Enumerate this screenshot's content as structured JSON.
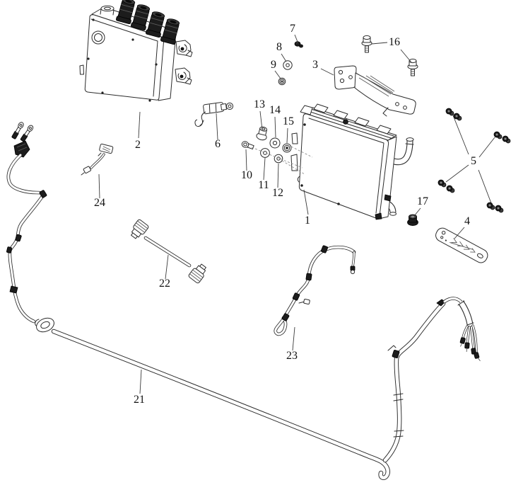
{
  "diagram": {
    "colors": {
      "background": "#ffffff",
      "line": "#2b2b2b",
      "label": "#111111"
    },
    "part_labels": [
      {
        "text": "1"
      },
      {
        "text": "2"
      },
      {
        "text": "3"
      },
      {
        "text": "4"
      },
      {
        "text": "5"
      },
      {
        "text": "6"
      },
      {
        "text": "7"
      },
      {
        "text": "8"
      },
      {
        "text": "9"
      },
      {
        "text": "10"
      },
      {
        "text": "11"
      },
      {
        "text": "12"
      },
      {
        "text": "13"
      },
      {
        "text": "14"
      },
      {
        "text": "15"
      },
      {
        "text": "16"
      },
      {
        "text": "17"
      },
      {
        "text": "21"
      },
      {
        "text": "22"
      },
      {
        "text": "23"
      },
      {
        "text": "24"
      }
    ]
  }
}
